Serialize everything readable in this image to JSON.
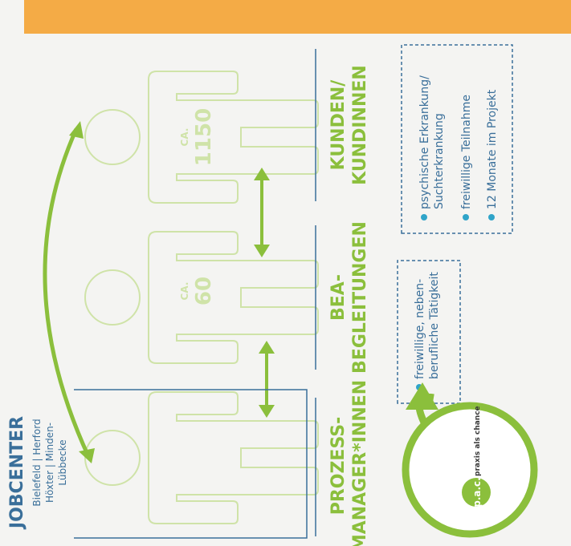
{
  "colors": {
    "banner": "#f4ab46",
    "green": "#8bbf3c",
    "blue": "#3a6f9a",
    "dot": "#2fa4c9",
    "figure": "#cfe3a8"
  },
  "columns": {
    "process_managers": {
      "line1": "PROZESS-",
      "line2": "MANAGER*INNEN"
    },
    "bea": {
      "line1": "BEA-",
      "line2": "BEGLEITUNGEN",
      "prefix": "CA.",
      "count": "60"
    },
    "customers": {
      "line1": "KUNDEN/",
      "line2": "KUNDINNEN",
      "prefix": "CA.",
      "count": "1150"
    }
  },
  "jobcenter": {
    "title": "JOBCENTER",
    "locations": [
      "Bielefeld | Herford",
      "Höxter | Minden-",
      "Lübbecke"
    ]
  },
  "customer_notes": [
    {
      "lines": [
        "psychische Erkrankung/",
        "Suchterkrankung"
      ]
    },
    {
      "lines": [
        "freiwillige Teilnahme"
      ]
    },
    {
      "lines": [
        "12 Monate im Projekt"
      ]
    }
  ],
  "bea_note": {
    "lines": [
      "freiwillige, neben-",
      "berufliche Tätigkeit"
    ]
  },
  "logo": {
    "mark": "p.a.c.",
    "tagline": "praxis als chance"
  }
}
